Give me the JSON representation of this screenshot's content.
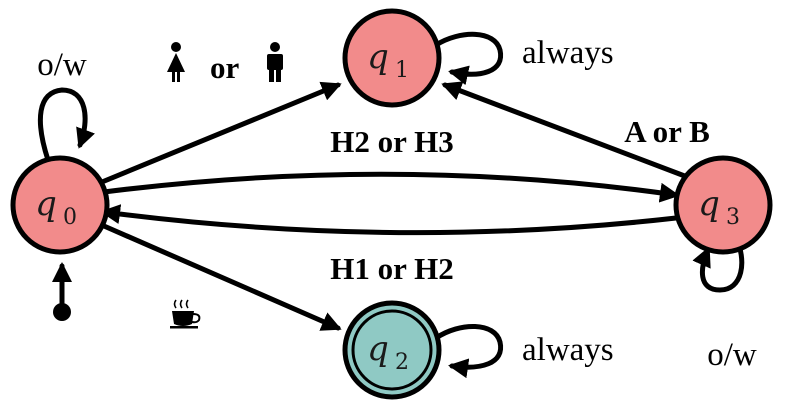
{
  "states": {
    "q0": {
      "name": "q",
      "sub": "0",
      "fill": "#f28b8b",
      "accepting": false,
      "initial": true
    },
    "q1": {
      "name": "q",
      "sub": "1",
      "fill": "#f28b8b",
      "accepting": false
    },
    "q2": {
      "name": "q",
      "sub": "2",
      "fill": "#8fc9c4",
      "accepting": true
    },
    "q3": {
      "name": "q",
      "sub": "3",
      "fill": "#f28b8b",
      "accepting": false
    }
  },
  "transitions": {
    "q0_self": {
      "label": "o/w"
    },
    "q0_to_q1": {
      "label_word": "or",
      "icon_left": "woman-icon",
      "icon_right": "man-icon"
    },
    "q0_to_q3": {
      "label": "H2 or H3"
    },
    "q3_to_q0": {
      "label": "H1 or H2"
    },
    "q0_to_q2": {
      "icon": "coffee-cup-icon"
    },
    "q3_to_q1": {
      "label": "A or B"
    },
    "q1_self": {
      "label": "always"
    },
    "q2_self": {
      "label": "always"
    },
    "q3_self": {
      "label": "o/w"
    }
  }
}
